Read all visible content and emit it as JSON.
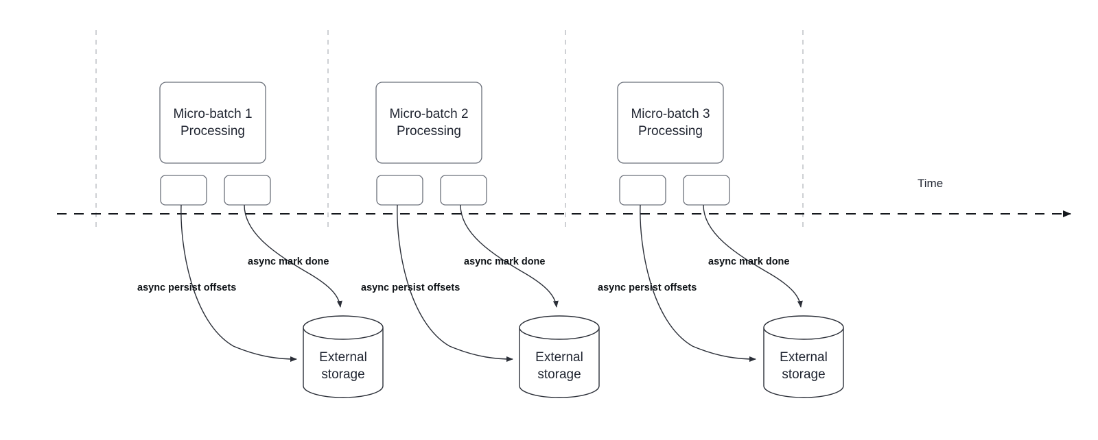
{
  "diagram": {
    "title": "Micro-batch asynchronous offset persistence timeline",
    "type": "timeline-flow-diagram",
    "colors": {
      "background": "#ffffff",
      "box_stroke": "#6b707a",
      "cylinder_stroke": "#2b2f38",
      "arrow": "#2b2f38",
      "tick_dash": "#b9bcc2",
      "timeline_dash": "#15181d",
      "text": "#1f2430"
    },
    "axis": {
      "label": "Time",
      "direction": "left-to-right",
      "arrowhead": "right",
      "tick_count": 4
    },
    "groups": [
      {
        "id": "group-1",
        "batch_label_line1": "Micro-batch 1",
        "batch_label_line2": "Processing",
        "task_boxes": [
          "",
          ""
        ],
        "edges": [
          {
            "label": "async persist offsets",
            "from": "task-box-left",
            "to": "external-storage"
          },
          {
            "label": "async mark done",
            "from": "task-box-right",
            "to": "external-storage"
          }
        ],
        "storage_label_line1": "External",
        "storage_label_line2": "storage"
      },
      {
        "id": "group-2",
        "batch_label_line1": "Micro-batch 2",
        "batch_label_line2": "Processing",
        "task_boxes": [
          "",
          ""
        ],
        "edges": [
          {
            "label": "async persist offsets",
            "from": "task-box-left",
            "to": "external-storage"
          },
          {
            "label": "async mark done",
            "from": "task-box-right",
            "to": "external-storage"
          }
        ],
        "storage_label_line1": "External",
        "storage_label_line2": "storage"
      },
      {
        "id": "group-3",
        "batch_label_line1": "Micro-batch 3",
        "batch_label_line2": "Processing",
        "task_boxes": [
          "",
          ""
        ],
        "edges": [
          {
            "label": "async persist offsets",
            "from": "task-box-left",
            "to": "external-storage"
          },
          {
            "label": "async mark done",
            "from": "task-box-right",
            "to": "external-storage"
          }
        ],
        "storage_label_line1": "External",
        "storage_label_line2": "storage"
      }
    ]
  }
}
